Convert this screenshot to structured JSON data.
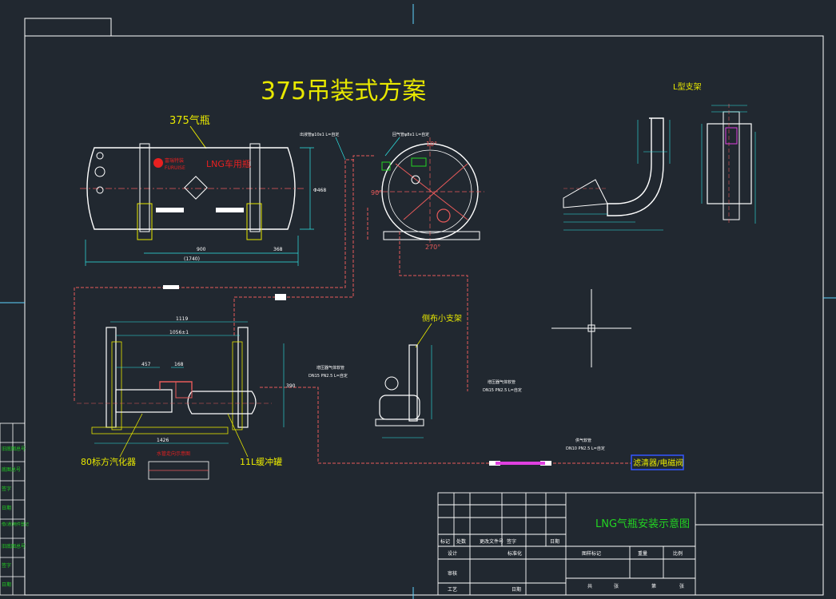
{
  "drawing": {
    "main_title": "375吊装式方案",
    "tank_label": "375气瓶",
    "tank_text_lng": "LNG车用瓶",
    "tank_logo_text": [
      "富瑞特装",
      "FURUISE"
    ],
    "bracket_title": "L型支架",
    "side_bracket_label": "侧布小支架",
    "vaporizer_label": "80标方汽化器",
    "buffer_label": "11L缓冲罐",
    "water_pipe_label": "水管走向示意图",
    "filter_label": "滤清器/电磁阀",
    "pipe_note_1": "出液管φ10x1 L=自定",
    "pipe_note_2": "回气管φ8x1 L=自定",
    "hose_note_1": [
      "增压器气体软管",
      "DN15 PN2.5 L=自定"
    ],
    "hose_note_2": [
      "增压器气体软管",
      "DN15 PN2.5 L=自定"
    ],
    "hose_note_3": [
      "供气软管",
      "DN10 PN2.5 L=自定"
    ],
    "tank_dims": [
      "900",
      "368",
      "(1740)",
      "Φ468"
    ],
    "vaporizer_dims": [
      "1119",
      "1056±1",
      "457",
      "168",
      "1426",
      "390"
    ],
    "angles": [
      "10°",
      "90°",
      "270°"
    ]
  },
  "title_block": {
    "drawing_name": "LNG气瓶安装示意图",
    "row_labels": [
      "标记",
      "处数",
      "更改文件号",
      "签字",
      "日期"
    ],
    "row_labels_2": [
      "设计",
      "标准化"
    ],
    "row_labels_3": [
      "审核",
      "工艺",
      "日期"
    ],
    "stage_labels": [
      "图样标记",
      "重量",
      "比例"
    ],
    "sheet_labels": [
      "共",
      "张",
      "第",
      "张"
    ]
  },
  "left_strip": [
    "旧底图总号",
    "底图总号",
    "签字",
    "日期",
    "借(通)用件登记",
    "旧底图总号",
    "签字",
    "日期"
  ],
  "colors": {
    "background": "#212830",
    "frame": "#ffffff",
    "pipe": "#e85a5a",
    "dimension": "#2ee6e6",
    "title": "#e8e800",
    "label_yellow": "#e8e800",
    "title_green": "#22d422",
    "filter_box": "#3355ff",
    "tank_red": "#e82020"
  }
}
